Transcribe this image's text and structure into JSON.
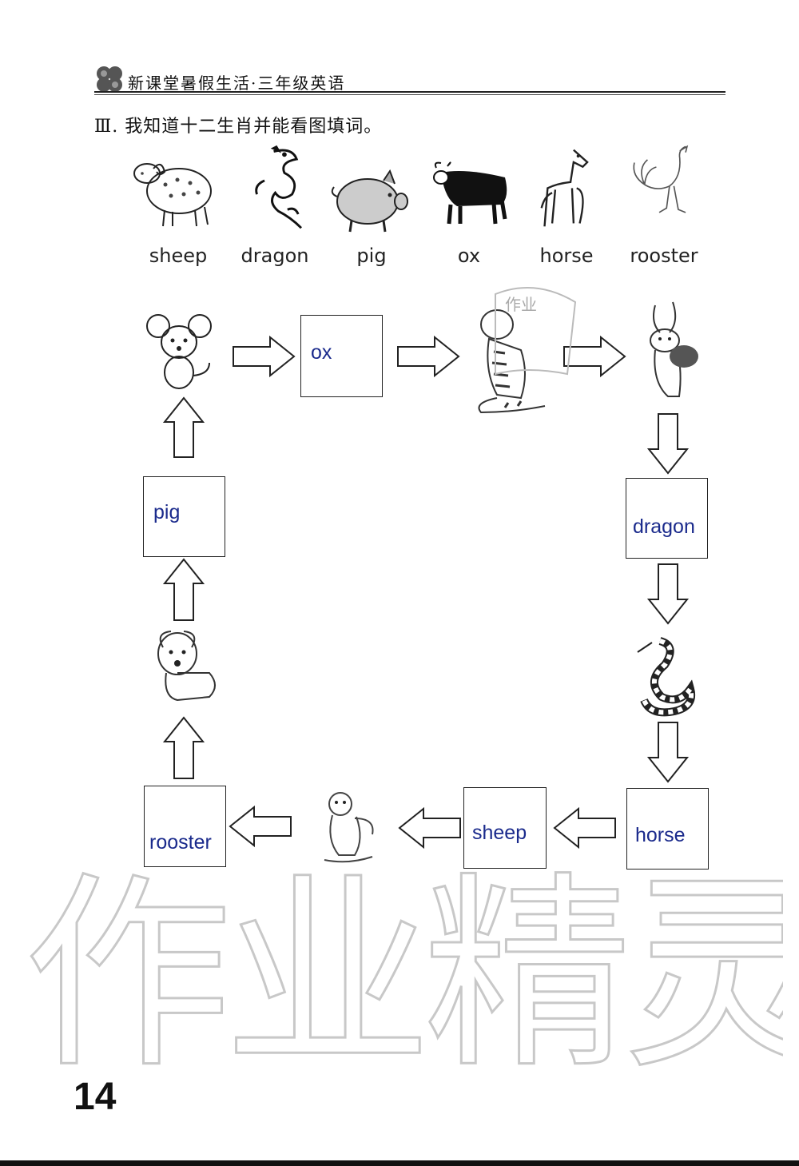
{
  "header": {
    "title": "新课堂暑假生活·三年级英语"
  },
  "instruction": "Ⅲ. 我知道十二生肖并能看图填词。",
  "vocab": [
    {
      "word": "sheep",
      "icon": "sheep-icon"
    },
    {
      "word": "dragon",
      "icon": "dragon-icon"
    },
    {
      "word": "pig",
      "icon": "pig-icon"
    },
    {
      "word": "ox",
      "icon": "ox-icon"
    },
    {
      "word": "horse",
      "icon": "horse-icon"
    },
    {
      "word": "rooster",
      "icon": "rooster-icon"
    }
  ],
  "cycle": {
    "answers": {
      "ox": "ox",
      "dragon": "dragon",
      "horse": "horse",
      "sheep": "sheep",
      "rooster": "rooster",
      "pig": "pig"
    },
    "pictures": [
      "rat-icon",
      "tiger-icon",
      "rabbit-icon",
      "snake-icon",
      "monkey-icon",
      "dog-icon"
    ]
  },
  "watermark": {
    "large_text": "作业精灵",
    "stamp_text": "作业"
  },
  "page_number": "14"
}
